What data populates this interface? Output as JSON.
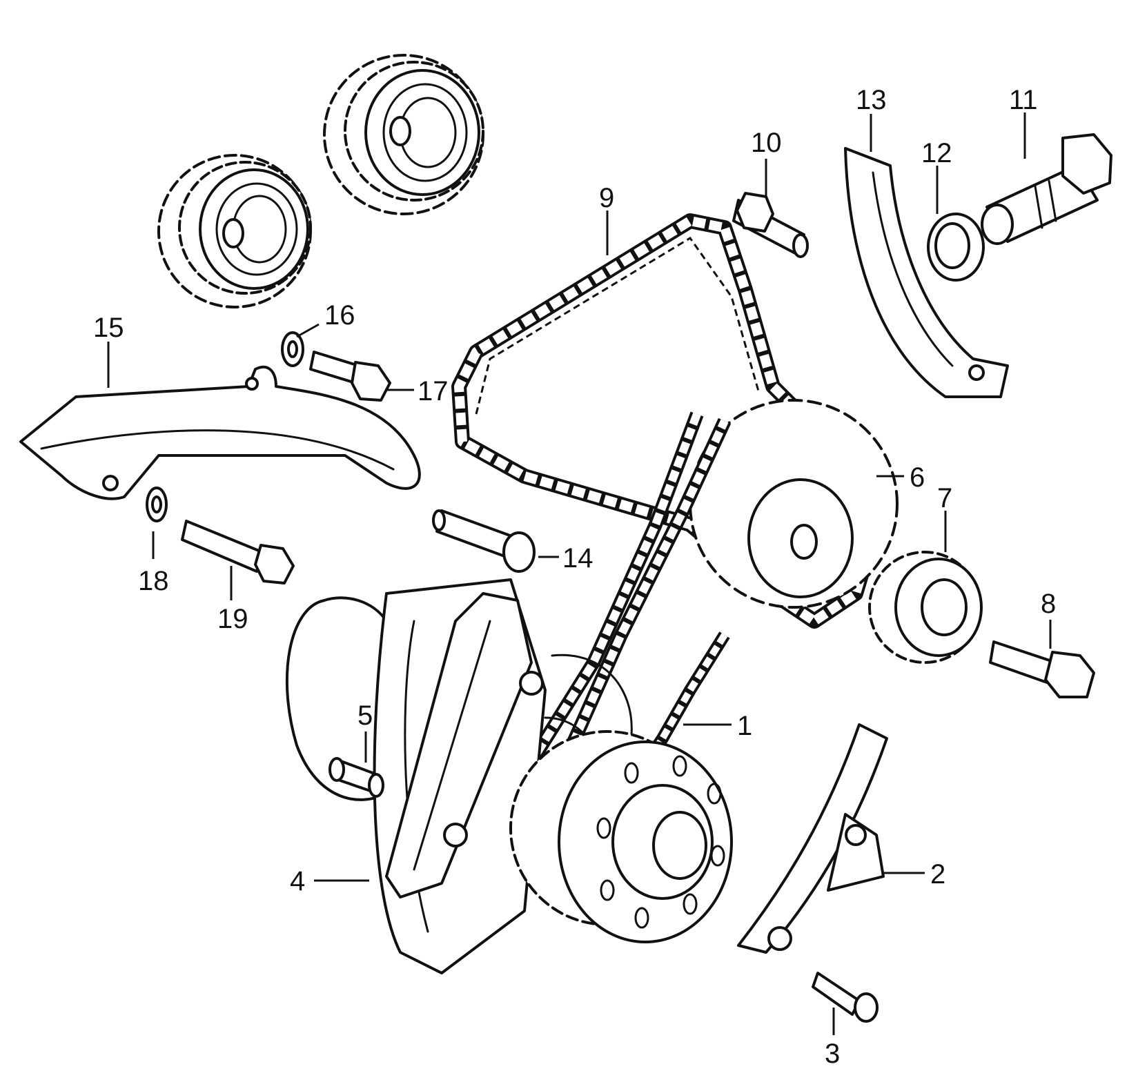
{
  "diagram": {
    "type": "exploded parts diagram",
    "line_color": "#111111",
    "background": "#ffffff"
  },
  "callouts": {
    "c1": "1",
    "c2": "2",
    "c3": "3",
    "c4": "4",
    "c5": "5",
    "c6": "6",
    "c7": "7",
    "c8": "8",
    "c9": "9",
    "c10": "10",
    "c11": "11",
    "c12": "12",
    "c13": "13",
    "c14": "14",
    "c15": "15",
    "c16": "16",
    "c17": "17",
    "c18": "18",
    "c19": "19"
  }
}
